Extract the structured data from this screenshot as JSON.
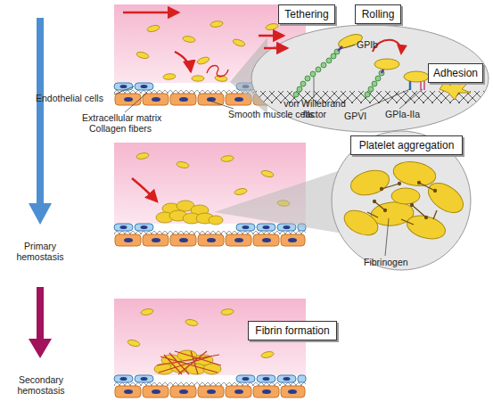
{
  "diagram": {
    "nodes": [
      {
        "text": [
          "Tethering"
        ]
      },
      {
        "text": [
          "Rolling"
        ]
      },
      {
        "text": [
          "Adhesion"
        ]
      },
      {
        "text": [
          "Platelet aggregation"
        ]
      },
      {
        "text": [
          "Fibrin formation"
        ]
      }
    ],
    "labels": [
      "GPIb",
      "von Willebrand factor",
      "GPVI",
      "GPIa-IIa",
      "Endothelial cells",
      "Extracellular matrix",
      "Collagen fibers",
      "Smooth muscle cells",
      "Fibrinogen",
      "Primary hemostasis",
      "Secondary hemostasis"
    ]
  }
}
